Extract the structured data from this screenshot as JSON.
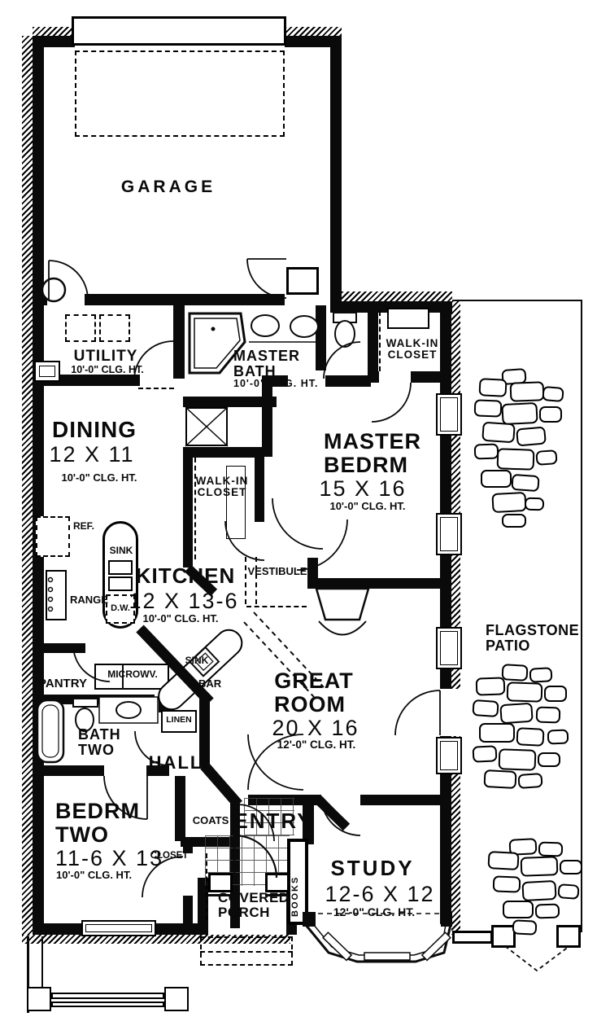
{
  "rooms": {
    "garage": {
      "label": "GARAGE"
    },
    "utility": {
      "label": "UTILITY",
      "clg": "10'-0\" CLG. HT."
    },
    "master_bath": {
      "l1": "MASTER",
      "l2": "BATH",
      "clg": "10'-0\" CLG. HT."
    },
    "wic_top": {
      "l1": "WALK-IN",
      "l2": "CLOSET"
    },
    "dining": {
      "label": "DINING",
      "dims": "12 X 11",
      "clg": "10'-0\" CLG. HT."
    },
    "master_bedroom": {
      "l1": "MASTER",
      "l2": "BEDRM",
      "dims": "15 X 16",
      "clg": "10'-0\" CLG. HT."
    },
    "wic_mid": {
      "l1": "WALK-IN",
      "l2": "CLOSET"
    },
    "kitchen": {
      "label": "KITCHEN",
      "dims": "12 X 13-6",
      "clg": "10'-0\" CLG. HT."
    },
    "vestibule": {
      "label": "VESTIBULE"
    },
    "great_room": {
      "l1": "GREAT",
      "l2": "ROOM",
      "dims": "20 X 16",
      "clg": "12'-0\" CLG. HT."
    },
    "flagstone_patio": {
      "l1": "FLAGSTONE",
      "l2": "PATIO"
    },
    "pantry": {
      "label": "PANTRY"
    },
    "bath_two": {
      "l1": "BATH",
      "l2": "TWO"
    },
    "hall": {
      "label": "HALL"
    },
    "linen": {
      "label": "LINEN"
    },
    "bedroom_two": {
      "l1": "BEDRM",
      "l2": "TWO",
      "dims": "11-6 X 13",
      "clg": "10'-0\" CLG. HT."
    },
    "closet": {
      "label": "CLOSET"
    },
    "coats": {
      "label": "COATS"
    },
    "entry": {
      "label": "ENTRY"
    },
    "covered_porch": {
      "l1": "COVERED",
      "l2": "PORCH"
    },
    "study": {
      "label": "STUDY",
      "dims": "12-6 X 12",
      "clg": "12'-0\" CLG. HT."
    },
    "books": {
      "label": "BOOKS"
    }
  },
  "fixtures": {
    "ref": "REF.",
    "island_sink": "SINK",
    "dw": "D.W.",
    "range": "RANGE",
    "microwave": "MICROWV.",
    "bar_sink": "SINK",
    "bar": "BAR"
  },
  "colors": {
    "ink": "#0a0a0a",
    "paper": "#ffffff"
  }
}
